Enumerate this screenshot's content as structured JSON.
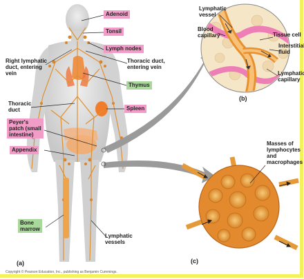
{
  "labels": {
    "adenoid": "Adenoid",
    "tonsil": "Tonsil",
    "lymph_nodes": "Lymph nodes",
    "right_lymphatic_duct": [
      "Right lymphatic",
      "duct, entering",
      "vein"
    ],
    "thoracic_duct_entering": [
      "Thoracic duct,",
      "entering vein"
    ],
    "thymus": "Thymus",
    "thoracic_duct": [
      "Thoracic",
      "duct"
    ],
    "spleen": "Spleen",
    "peyers_patch": [
      "Peyer's",
      "patch (small",
      "intestine)"
    ],
    "appendix": "Appendix",
    "bone_marrow": [
      "Bone",
      "marrow"
    ],
    "lymphatic_vessels": [
      "Lymphatic",
      "vessels"
    ],
    "b_lymphatic_vessel": [
      "Lymphatic",
      "vessel"
    ],
    "b_blood_capillary": [
      "Blood",
      "capillary"
    ],
    "b_tissue_cell": "Tissue cell",
    "b_interstitial_fluid": [
      "Interstitial",
      "fluid"
    ],
    "b_lymphatic_capillary": [
      "Lymphatic",
      "capillary"
    ],
    "c_masses": [
      "Masses of",
      "lymphocytes",
      "and",
      "macrophages"
    ]
  },
  "panels": {
    "a": "(a)",
    "b": "(b)",
    "c": "(c)"
  },
  "credit": "Copyright © Pearson Education, Inc., publishing as Benjamin Cummings.",
  "colors": {
    "highlight_pink": "#f29cc8",
    "highlight_green": "#a8d89b",
    "border_yellow": "#f3f25a",
    "lymph_orange": "#e8a040",
    "skin": "#dcdcdc"
  }
}
